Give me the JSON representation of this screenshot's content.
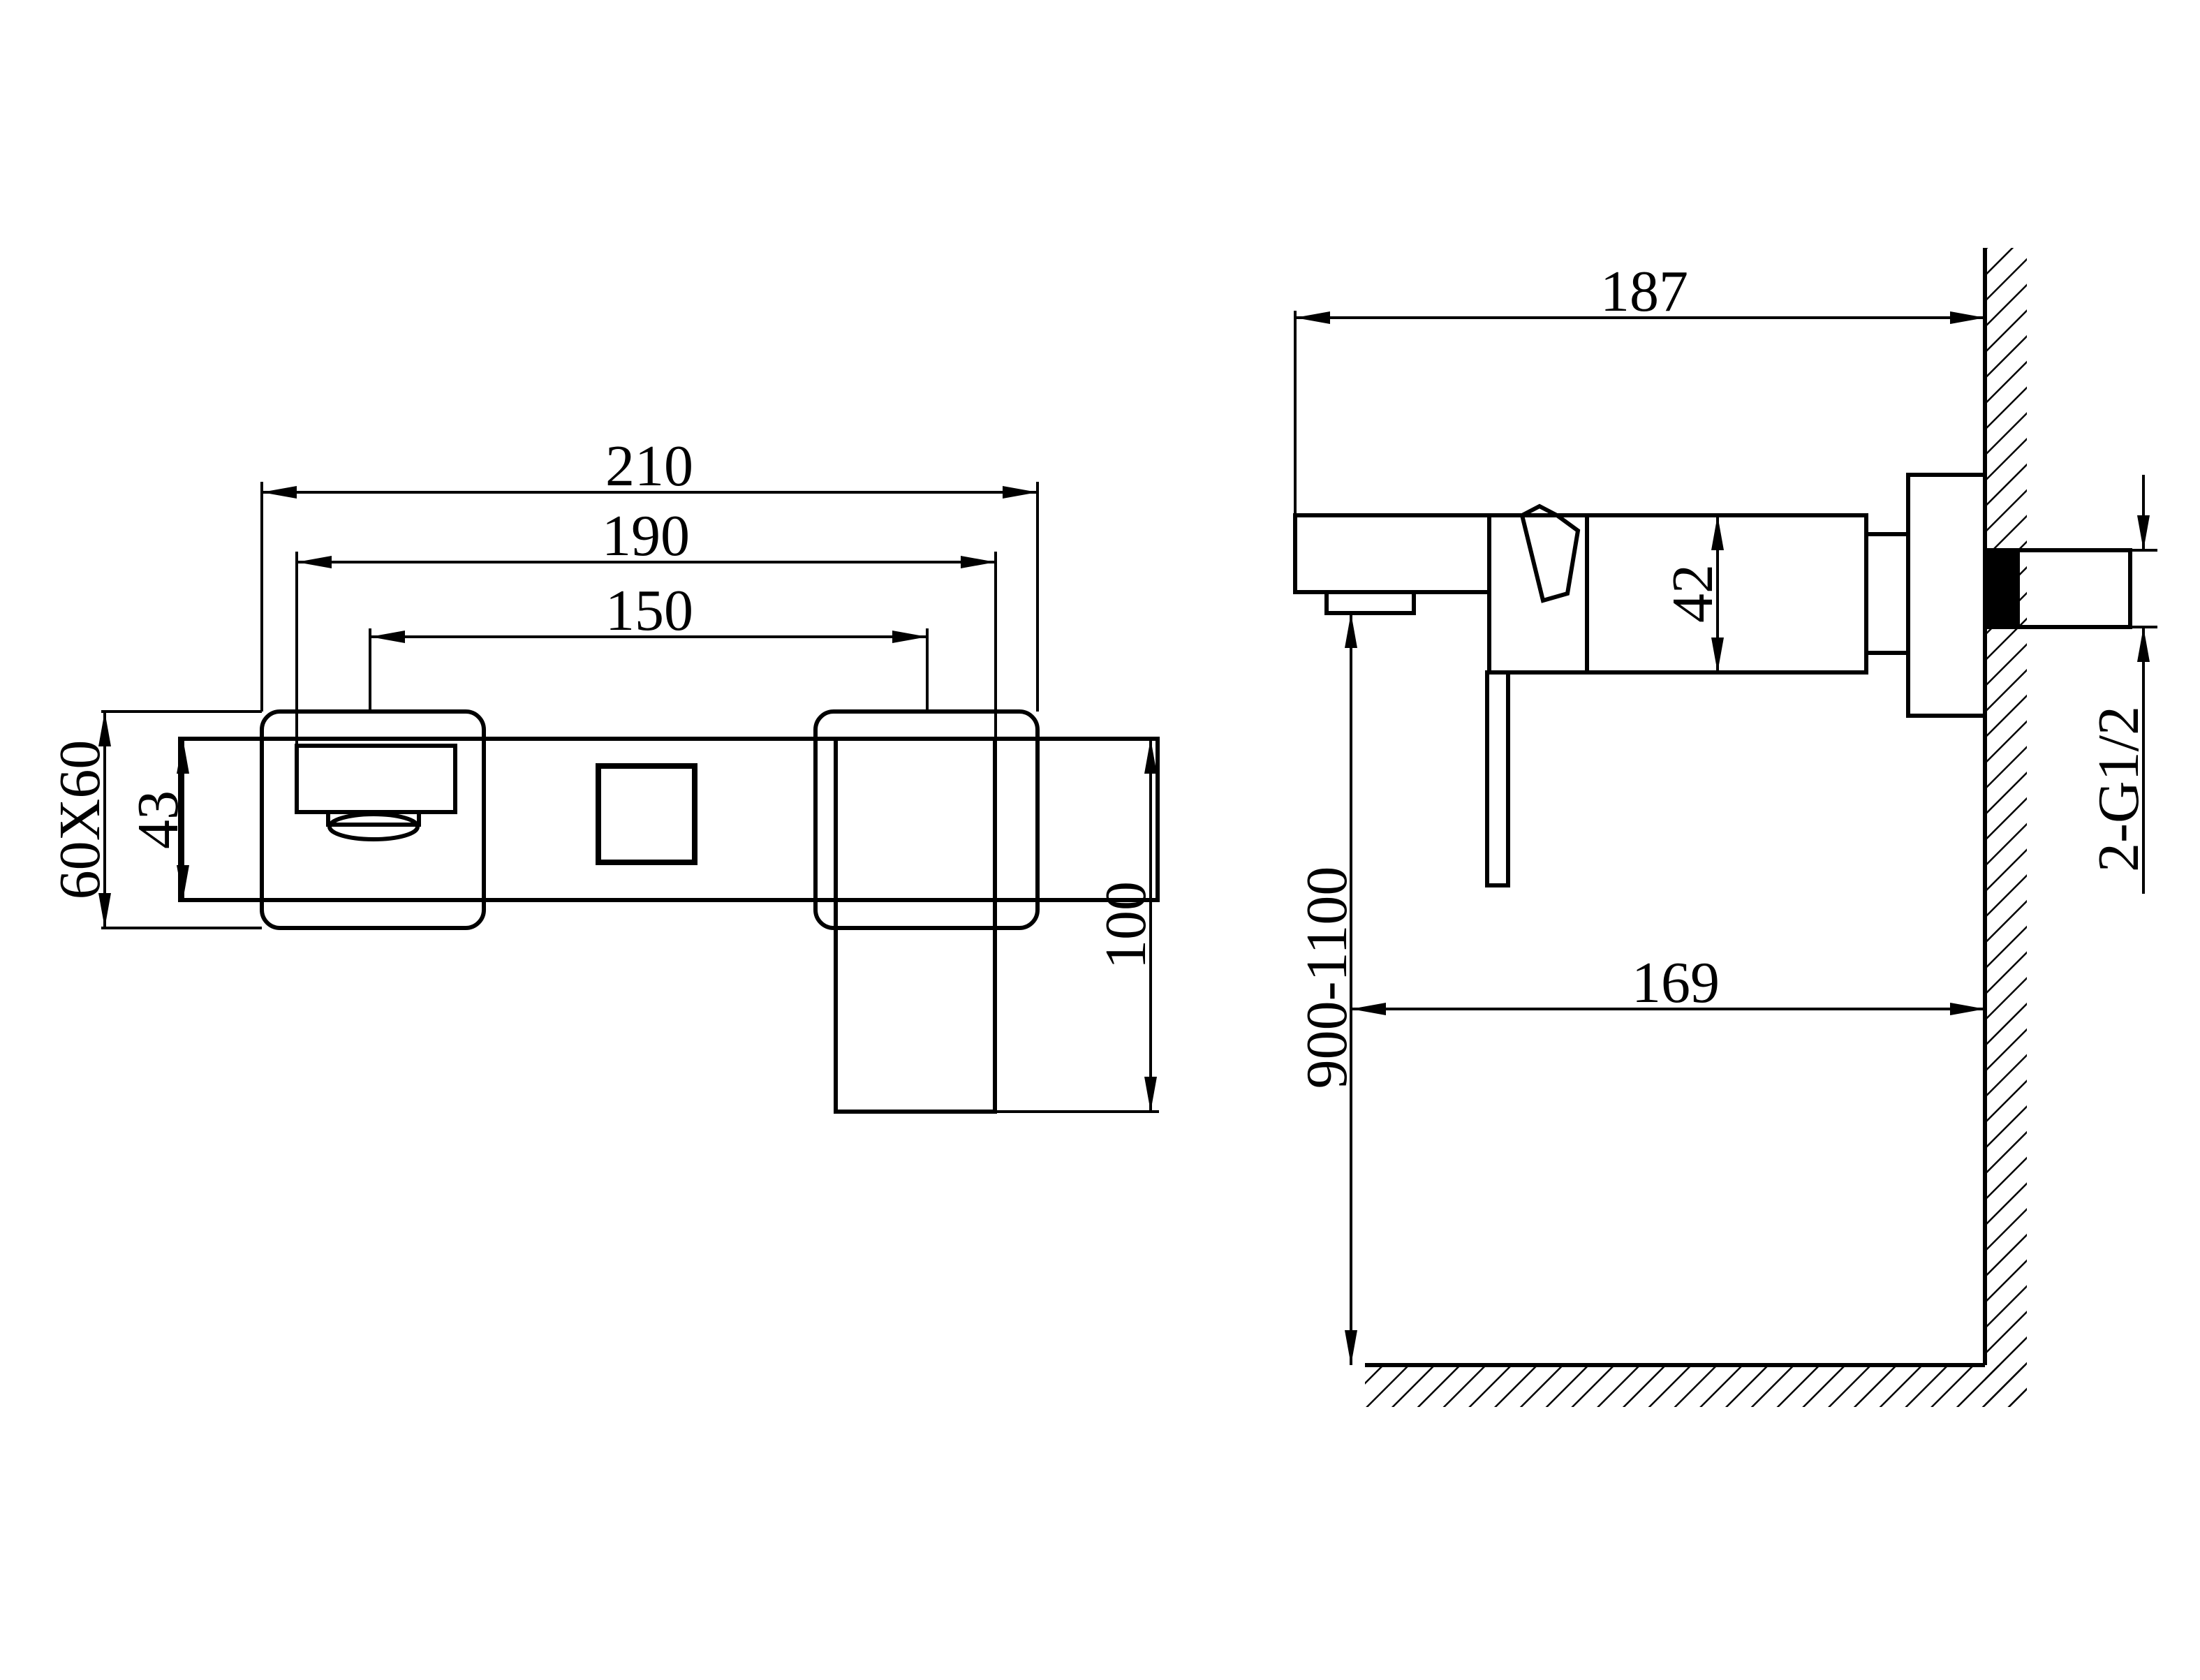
{
  "front_view": {
    "dimensions": {
      "overall_width": "210",
      "inner_width": "190",
      "center_distance": "150",
      "flange_size": "60X60",
      "body_height": "43",
      "outlet_height": "100"
    }
  },
  "side_view": {
    "dimensions": {
      "projection": "187",
      "body_height": "42",
      "mounting_height": "900-1100",
      "spout_reach": "169",
      "connection_thread": "2-G1/2"
    }
  },
  "colors": {
    "line": "#000000",
    "background": "#ffffff"
  }
}
